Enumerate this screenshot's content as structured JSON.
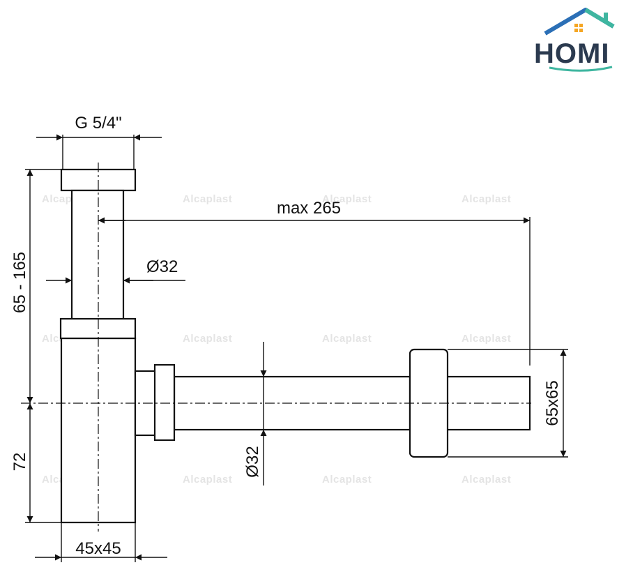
{
  "brand": {
    "logo_text": "HOMI",
    "colors": {
      "roof_blue": "#2b6fb6",
      "roof_green": "#3fb6a0",
      "window_orange": "#f5a623",
      "text": "#2b3a4f"
    }
  },
  "watermark": {
    "text": "Alcaplast",
    "color": "#e4e4e4"
  },
  "dimensions": {
    "thread": "G 5/4\"",
    "pipe_length": "max 265",
    "vertical_pipe_diameter": "Ø32",
    "height_range": "65 - 165",
    "lower_height": "72",
    "horizontal_pipe_diameter": "Ø32",
    "wall_flange": "65x65",
    "body_size": "45x45"
  }
}
